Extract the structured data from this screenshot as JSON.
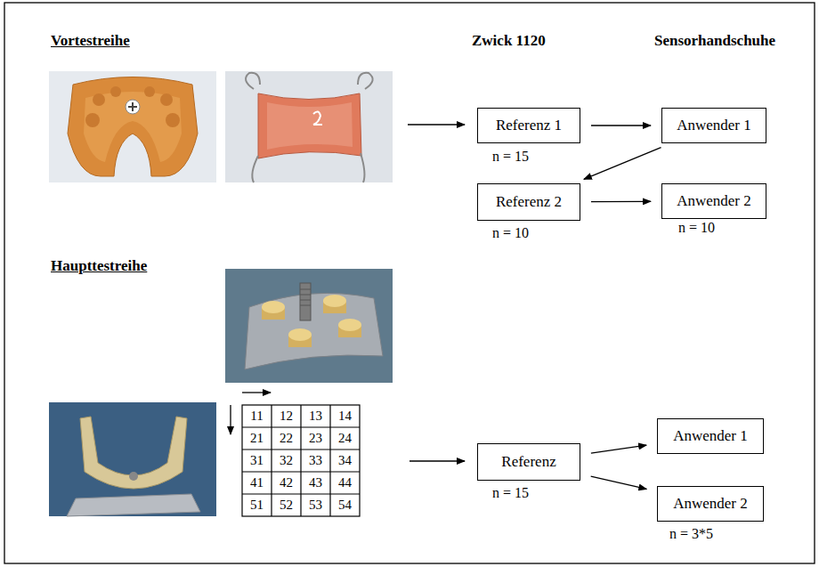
{
  "diagram": {
    "nodes": [
      {
        "text": [
          "Referenz 1"
        ]
      },
      {
        "text": [
          "Anwender 1"
        ]
      },
      {
        "text": [
          "Referenz 2"
        ]
      },
      {
        "text": [
          "Anwender 2"
        ]
      },
      {
        "text": [
          "Referenz"
        ]
      },
      {
        "text": [
          "Anwender 1"
        ]
      },
      {
        "text": [
          "Anwender 2"
        ]
      }
    ],
    "edges": [
      {
        "from": 0,
        "to": 1,
        "arrow": "to"
      },
      {
        "from": 1,
        "to": 2,
        "arrow": "to"
      },
      {
        "from": 2,
        "to": 3,
        "arrow": "to"
      },
      {
        "from": 4,
        "to": 5,
        "arrow": "to"
      },
      {
        "from": 4,
        "to": 6,
        "arrow": "to"
      }
    ],
    "labels": [
      "Vortestreihe",
      "Zwick 1120",
      "Sensorhandschuhe",
      "n = 15",
      "n = 10",
      "n = 10",
      "Haupttestreihe",
      "11",
      "12",
      "13",
      "14",
      "21",
      "22",
      "23",
      "24",
      "31",
      "32",
      "33",
      "34",
      "41",
      "42",
      "43",
      "44",
      "51",
      "52",
      "53",
      "54",
      "n = 15",
      "n = 3*5"
    ]
  }
}
